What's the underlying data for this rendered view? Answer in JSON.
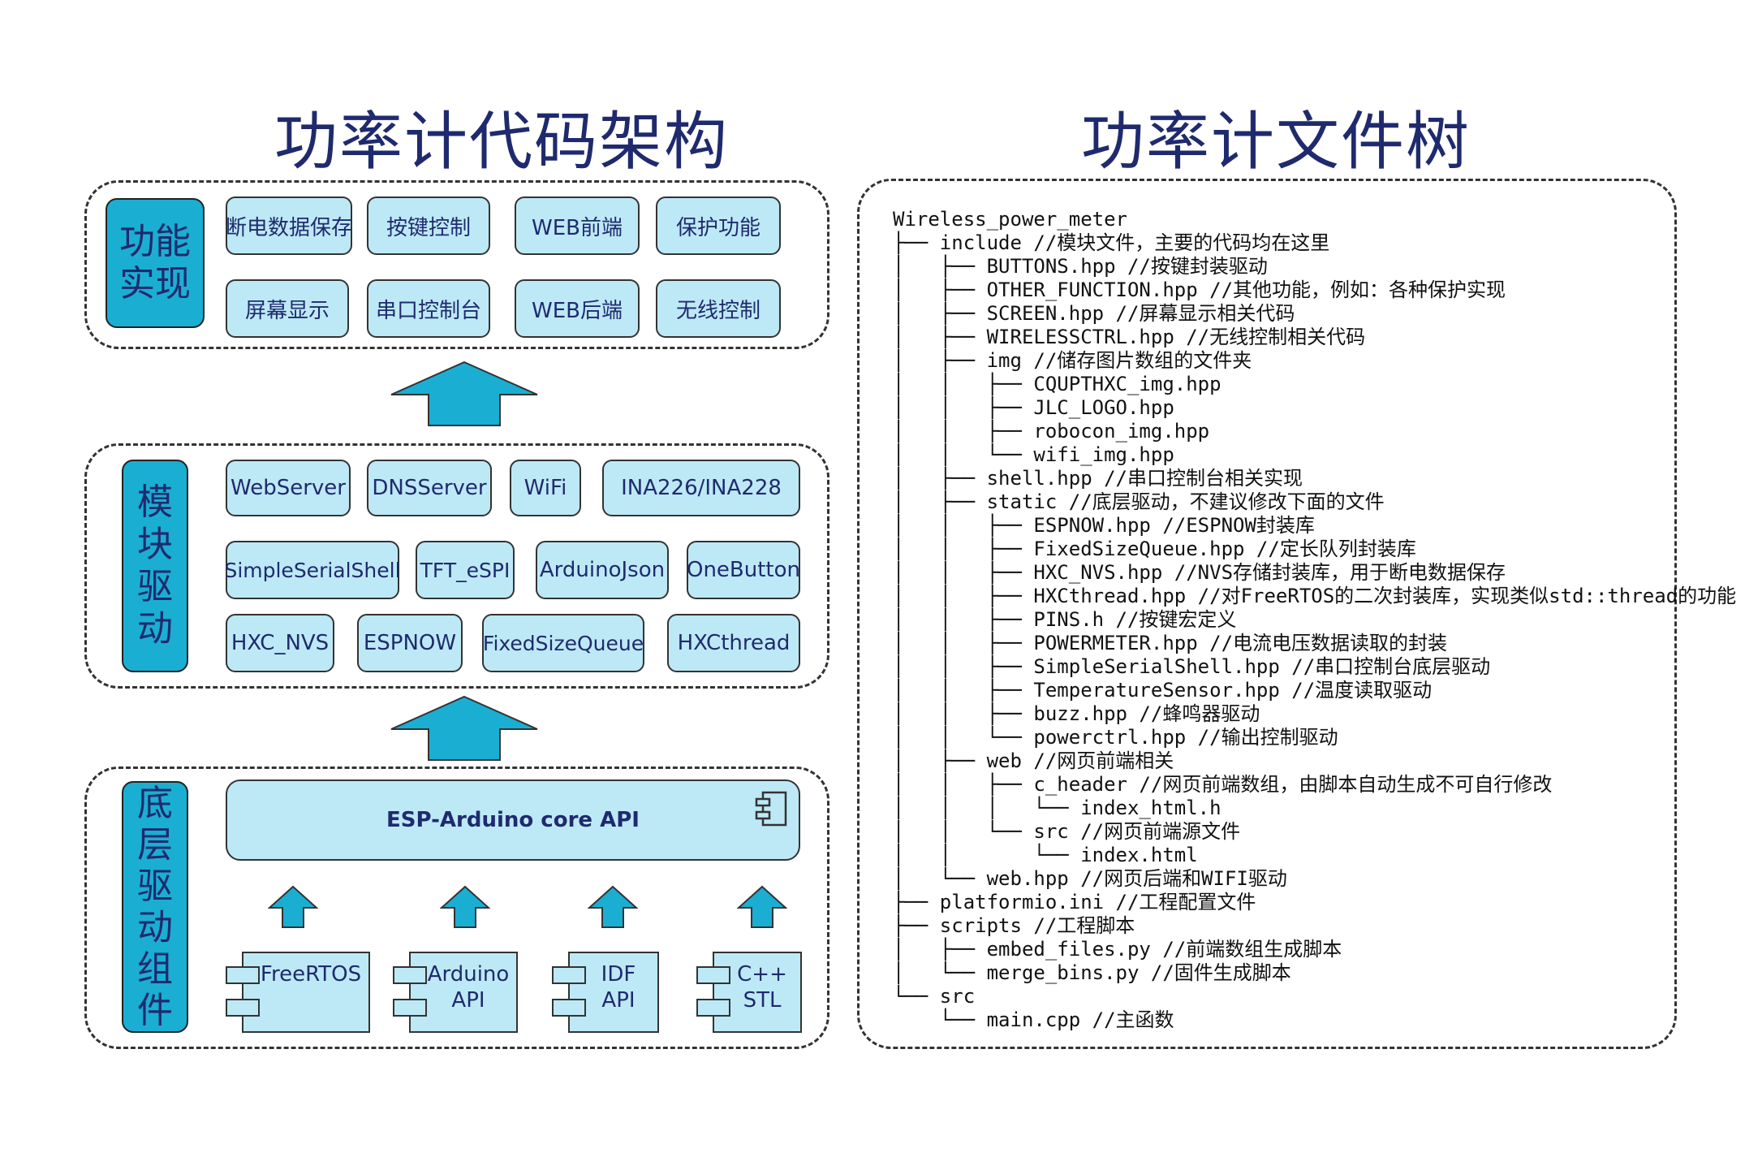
{
  "left_title": "功率计代码架构",
  "right_title": "功率计文件树",
  "layers": {
    "function": {
      "label_lines": [
        "功能",
        "实现"
      ],
      "items": [
        "断电数据保存",
        "按键控制",
        "WEB前端",
        "保护功能",
        "屏幕显示",
        "串口控制台",
        "WEB后端",
        "无线控制"
      ]
    },
    "module": {
      "label_lines": [
        "模",
        "块",
        "驱",
        "动"
      ],
      "items": [
        "WebServer",
        "DNSServer",
        "WiFi",
        "INA226/INA228",
        "SimpleSerialShell",
        "TFT_eSPI",
        "ArduinoJson",
        "OneButton",
        "HXC_NVS",
        "ESPNOW",
        "FixedSizeQueue",
        "HXCthread"
      ]
    },
    "base": {
      "label_lines": [
        "底",
        "层",
        "驱",
        "动",
        "组",
        "件"
      ],
      "core_api": "ESP-Arduino core API",
      "components": [
        {
          "lines": [
            "FreeRTOS"
          ]
        },
        {
          "lines": [
            "Arduino",
            "API"
          ]
        },
        {
          "lines": [
            "IDF",
            "API"
          ]
        },
        {
          "lines": [
            "C++",
            "STL"
          ]
        }
      ]
    }
  },
  "colors": {
    "title": "#1f2a6e",
    "side_block": "#1aaed2",
    "item_fill": "#bde9f6",
    "arrow": "#1aaed2"
  },
  "icons": {
    "core_api_icon": "component-icon",
    "arrows": "up-arrow-icon"
  },
  "tree": [
    "Wireless_power_meter",
    "├── include //模块文件，主要的代码均在这里",
    "│   ├── BUTTONS.hpp //按键封装驱动",
    "│   ├── OTHER_FUNCTION.hpp //其他功能，例如：各种保护实现",
    "│   ├── SCREEN.hpp //屏幕显示相关代码",
    "│   ├── WIRELESSCTRL.hpp //无线控制相关代码",
    "│   ├── img //储存图片数组的文件夹",
    "│   │   ├── CQUPTHXC_img.hpp",
    "│   │   ├── JLC_LOGO.hpp",
    "│   │   ├── robocon_img.hpp",
    "│   │   └── wifi_img.hpp",
    "│   ├── shell.hpp //串口控制台相关实现",
    "│   ├── static //底层驱动，不建议修改下面的文件",
    "│   │   ├── ESPNOW.hpp //ESPNOW封装库",
    "│   │   ├── FixedSizeQueue.hpp //定长队列封装库",
    "│   │   ├── HXC_NVS.hpp //NVS存储封装库，用于断电数据保存",
    "│   │   ├── HXCthread.hpp //对FreeRTOS的二次封装库，实现类似std::thread的功能",
    "│   │   ├── PINS.h //按键宏定义",
    "│   │   ├── POWERMETER.hpp //电流电压数据读取的封装",
    "│   │   ├── SimpleSerialShell.hpp //串口控制台底层驱动",
    "│   │   ├── TemperatureSensor.hpp //温度读取驱动",
    "│   │   ├── buzz.hpp //蜂鸣器驱动",
    "│   │   └── powerctrl.hpp //输出控制驱动",
    "│   ├── web //网页前端相关",
    "│   │   ├── c_header //网页前端数组，由脚本自动生成不可自行修改",
    "│   │   │   └── index_html.h",
    "│   │   └── src //网页前端源文件",
    "│   │       └── index.html",
    "│   └── web.hpp //网页后端和WIFI驱动",
    "├── platformio.ini //工程配置文件",
    "├── scripts //工程脚本",
    "│   ├── embed_files.py //前端数组生成脚本",
    "│   └── merge_bins.py //固件生成脚本",
    "└── src",
    "    └── main.cpp //主函数"
  ]
}
